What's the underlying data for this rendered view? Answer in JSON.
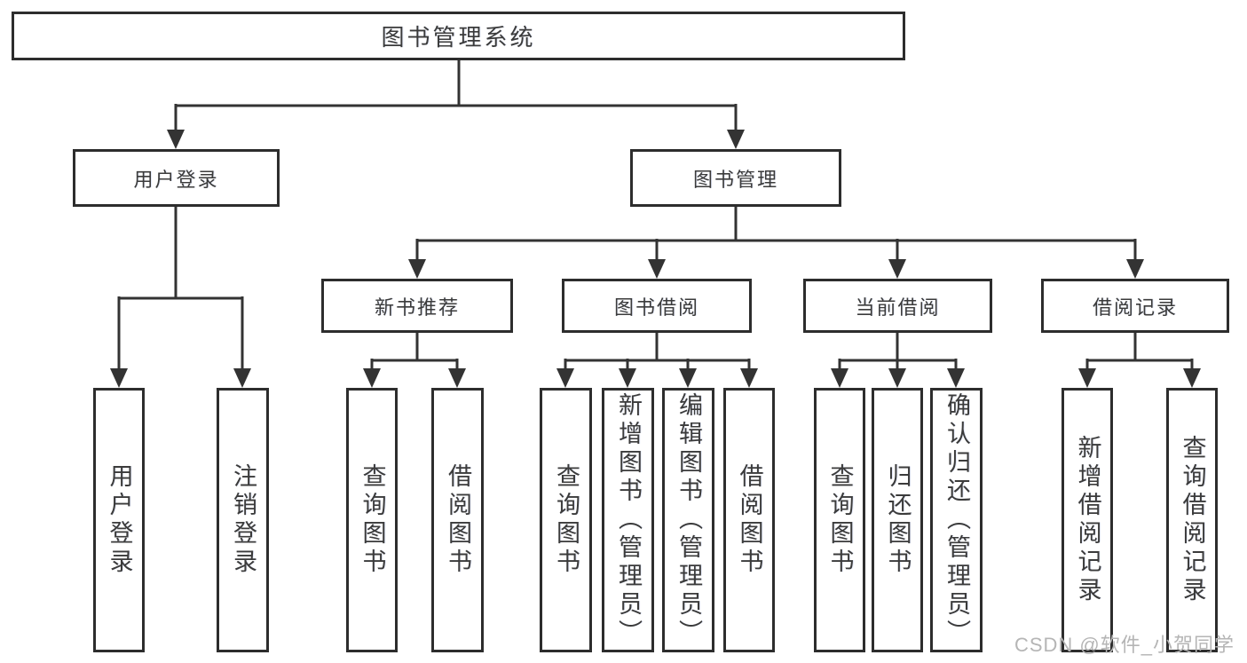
{
  "diagram_title": "图书管理系统",
  "nodes": {
    "root": "图书管理系统",
    "user_login": "用户登录",
    "book_management": "图书管理",
    "new_book_recommend": "新书推荐",
    "book_borrowing": "图书借阅",
    "current_borrowing": "当前借阅",
    "borrowing_records": "借阅记录",
    "leaf_user_login": "用户登录",
    "leaf_logout": "注销登录",
    "leaf_recommend_query_books": "查询图书",
    "leaf_recommend_borrow_books": "借阅图书",
    "leaf_borrow_query_books": "查询图书",
    "leaf_borrow_add_books": "新增图书（管理员）",
    "leaf_borrow_edit_books": "编辑图书（管理员）",
    "leaf_borrow_borrow_books": "借阅图书",
    "leaf_current_query_books": "查询图书",
    "leaf_current_return_books": "归还图书",
    "leaf_current_confirm_return": "确认归还（管理员）",
    "leaf_record_add_record": "新增借阅记录",
    "leaf_record_query_record": "查询借阅记录"
  },
  "structure": {
    "图书管理系统": [
      "用户登录",
      "图书管理"
    ],
    "用户登录": [
      "用户登录",
      "注销登录"
    ],
    "图书管理": [
      "新书推荐",
      "图书借阅",
      "当前借阅",
      "借阅记录"
    ],
    "新书推荐": [
      "查询图书",
      "借阅图书"
    ],
    "图书借阅": [
      "查询图书",
      "新增图书（管理员）",
      "编辑图书（管理员）",
      "借阅图书"
    ],
    "当前借阅": [
      "查询图书",
      "归还图书",
      "确认归还（管理员）"
    ],
    "借阅记录": [
      "新增借阅记录",
      "查询借阅记录"
    ]
  },
  "watermark": {
    "text": "CSDN @软件_小贺同学"
  },
  "colors": {
    "line": "#333333",
    "box_border": "#2d2d2d",
    "text": "#3b3b3b",
    "background": "#ffffff",
    "watermark": "#b5b5b5"
  }
}
